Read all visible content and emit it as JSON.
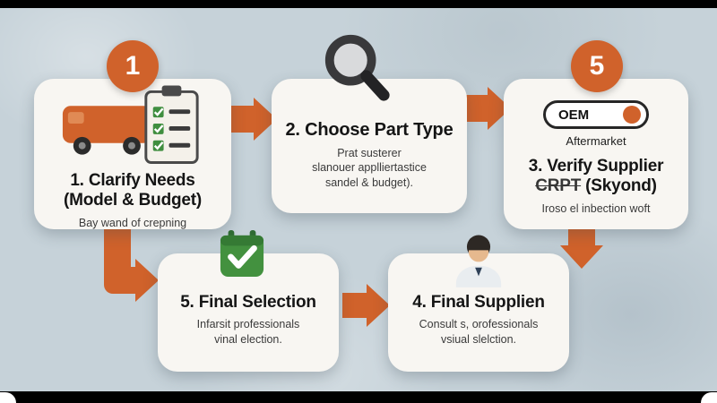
{
  "palette": {
    "background": "#c6d2d9",
    "card": "#f8f6f2",
    "accent": "#d0622b",
    "green": "#43913f",
    "text": "#1a1a1a"
  },
  "badges": {
    "one": "1",
    "five": "5"
  },
  "steps": {
    "step1": {
      "title1": "1. Clarify Needs",
      "title2": "(Model & Budget)",
      "sub": "Bay wand of crepning"
    },
    "step2": {
      "title1": "2. Choose Part Type",
      "sub1": "Prat susterer",
      "sub2": "slanouer applliertastice",
      "sub3": "sandel & budget)."
    },
    "step3": {
      "toggle_label": "OEM",
      "toggle_caption": "Aftermarket",
      "title1": "3. Verify Supplier",
      "title2_overlay": "CRPT",
      "title2": "(Skyond)",
      "sub": "Iroso el inbection woft"
    },
    "step4": {
      "title1": "4. Final Supplien",
      "sub1": "Consult s, orofessionals",
      "sub2": "vsiual slelction."
    },
    "step5": {
      "title1": "5. Final Selection",
      "sub1": "Infarsit professionals",
      "sub2": "vinal election."
    }
  }
}
